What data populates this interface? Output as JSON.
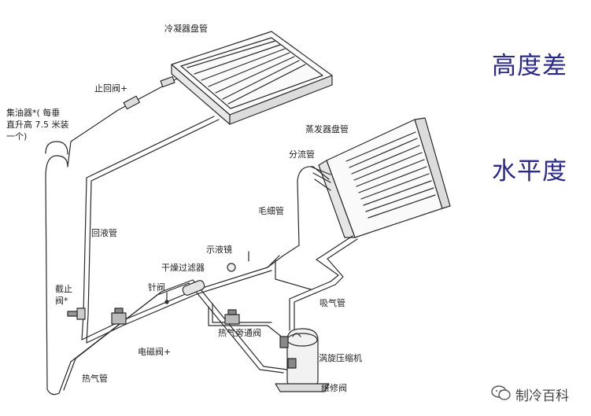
{
  "labels": {
    "condenser": "冷凝器盘管",
    "check_valve": "止回阀+",
    "oil_collector_1": "集油器*( 每垂",
    "oil_collector_2": "直升高 7.5 米装",
    "oil_collector_3": "一个)",
    "evaporator": "蒸发器盘管",
    "distributor": "分流管",
    "capillary": "毛细管",
    "liquid_return": "回液管",
    "sight_glass": "示液镜",
    "drier_filter": "干燥过滤器",
    "needle_valve": "针阀",
    "stop_valve_1": "截止",
    "stop_valve_2": "阀*",
    "suction_pipe": "吸气管",
    "hot_gas_bypass": "热气旁通阀",
    "solenoid_valve": "电磁阀+",
    "scroll_compressor": "涡旋压缩机",
    "hot_gas": "热气管",
    "service_valve": "維修阀"
  },
  "headings": {
    "height_difference": "高度差",
    "levelness": "水平度"
  },
  "watermark": {
    "text": "制冷百科",
    "icon": "wechat-icon"
  },
  "colors": {
    "heading": "#2b2a8c",
    "line": "#2a2a2a"
  }
}
